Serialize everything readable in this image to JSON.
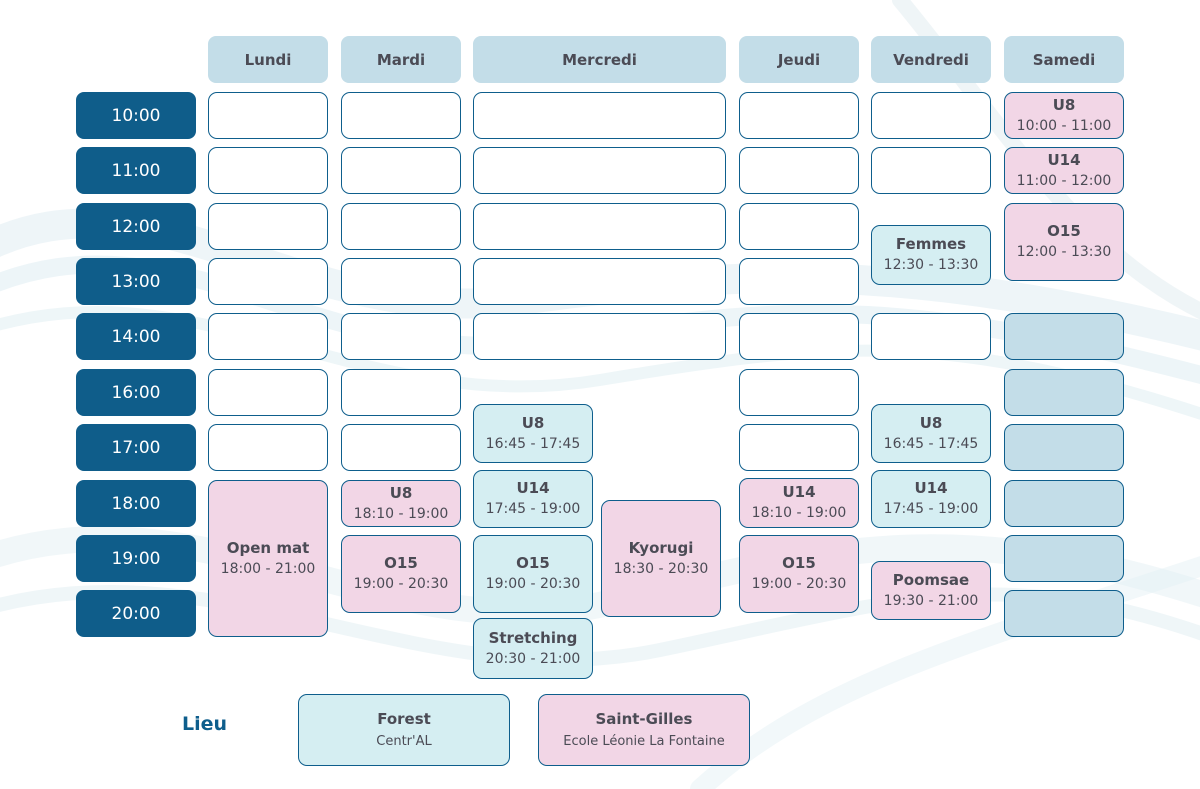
{
  "days": [
    "Lundi",
    "Mardi",
    "Mercredi",
    "Jeudi",
    "Vendredi",
    "Samedi"
  ],
  "hours": [
    "10:00",
    "11:00",
    "12:00",
    "13:00",
    "14:00",
    "16:00",
    "17:00",
    "18:00",
    "19:00",
    "20:00"
  ],
  "events": {
    "lundi_open_mat": {
      "name": "Open mat",
      "time": "18:00 - 21:00",
      "location": "Saint-Gilles"
    },
    "mardi_u8": {
      "name": "U8",
      "time": "18:10 - 19:00",
      "location": "Saint-Gilles"
    },
    "mardi_o15": {
      "name": "O15",
      "time": "19:00 - 20:30",
      "location": "Saint-Gilles"
    },
    "mercredi_u8": {
      "name": "U8",
      "time": "16:45 - 17:45",
      "location": "Forest"
    },
    "mercredi_u14": {
      "name": "U14",
      "time": "17:45 - 19:00",
      "location": "Forest"
    },
    "mercredi_o15": {
      "name": "O15",
      "time": "19:00 - 20:30",
      "location": "Forest"
    },
    "mercredi_stretching": {
      "name": "Stretching",
      "time": "20:30 - 21:00",
      "location": "Forest"
    },
    "mercredi_kyorugi": {
      "name": "Kyorugi",
      "time": "18:30 - 20:30",
      "location": "Saint-Gilles"
    },
    "jeudi_u14": {
      "name": "U14",
      "time": "18:10 - 19:00",
      "location": "Saint-Gilles"
    },
    "jeudi_o15": {
      "name": "O15",
      "time": "19:00 - 20:30",
      "location": "Saint-Gilles"
    },
    "vendredi_femmes": {
      "name": "Femmes",
      "time": "12:30 - 13:30",
      "location": "Forest"
    },
    "vendredi_u8": {
      "name": "U8",
      "time": "16:45 - 17:45",
      "location": "Forest"
    },
    "vendredi_u14": {
      "name": "U14",
      "time": "17:45 - 19:00",
      "location": "Forest"
    },
    "vendredi_poomsae": {
      "name": "Poomsae",
      "time": "19:30 - 21:00",
      "location": "Saint-Gilles"
    },
    "samedi_u8": {
      "name": "U8",
      "time": "10:00 - 11:00",
      "location": "Saint-Gilles"
    },
    "samedi_u14": {
      "name": "U14",
      "time": "11:00 - 12:00",
      "location": "Saint-Gilles"
    },
    "samedi_o15": {
      "name": "O15",
      "time": "12:00 - 13:30",
      "location": "Saint-Gilles"
    }
  },
  "legend": {
    "title": "Lieu",
    "forest": {
      "name": "Forest",
      "venue": "Centr'AL"
    },
    "stgilles": {
      "name": "Saint-Gilles",
      "venue": "Ecole Léonie La Fontaine"
    }
  },
  "colors": {
    "time_cell": "#0f5d8a",
    "header": "#c3dde8",
    "forest": "#d5eef2",
    "saint_gilles": "#f2d6e6",
    "border": "#0e5e8c"
  }
}
